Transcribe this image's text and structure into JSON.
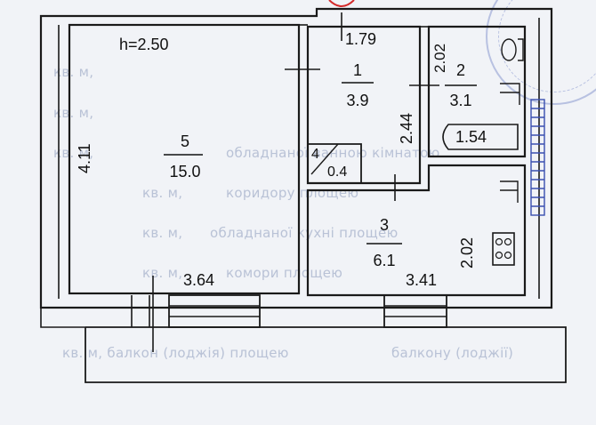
{
  "plan": {
    "ceiling_height": "h=2.50",
    "rooms": [
      {
        "id": "5",
        "area": "15.0"
      },
      {
        "id": "1",
        "area": "3.9"
      },
      {
        "id": "2",
        "area": "3.1"
      },
      {
        "id": "3",
        "area": "6.1"
      },
      {
        "id": "4",
        "area": "0.4"
      }
    ],
    "dimensions": {
      "left_height": "4.11",
      "room5_width": "3.64",
      "hall_top": "1.79",
      "hall_side": "2.44",
      "bath_top": "2.02",
      "bathtub": "1.54",
      "kitchen_side": "2.02",
      "kitchen_width": "3.41"
    },
    "background_text": [
      "кв. м,",
      "кв. м,",
      "кв. м,",
      "обладнаної ванною кімнатою",
      "кв. м,",
      "коридору площею",
      "кв. м,",
      "обладнаної кухні площею",
      "кв. м,",
      "комори площею",
      "кв. м, балкон (лоджія) площею",
      "балкону (лоджії)"
    ]
  },
  "colors": {
    "walls": "#1a1a1a",
    "paper": "#f1f3f7",
    "stamp": "#8a9ad0",
    "bg_text": "#b9c2d6"
  }
}
